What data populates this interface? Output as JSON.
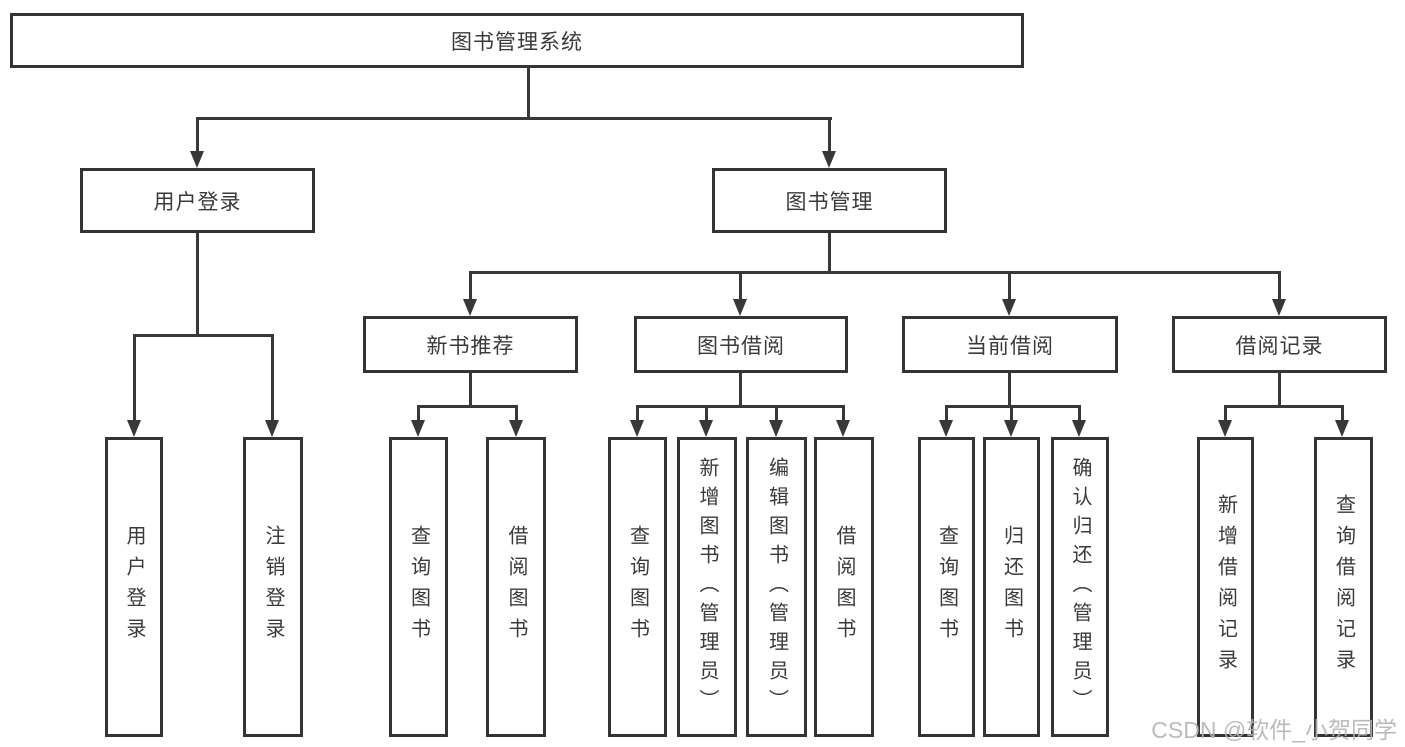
{
  "diagram_title": "图书管理系统",
  "colors": {
    "line": "#383838",
    "box_border": "#343434",
    "text": "#3a3a3a",
    "background": "#ffffff",
    "watermark": "#b4b4b4"
  },
  "nodes": {
    "root": {
      "label": "图书管理系统"
    },
    "user_login": {
      "label": "用户登录"
    },
    "book_mgmt": {
      "label": "图书管理"
    },
    "new_book_rec": {
      "label": "新书推荐"
    },
    "book_borrow": {
      "label": "图书借阅"
    },
    "current_borrow": {
      "label": "当前借阅"
    },
    "borrow_records": {
      "label": "借阅记录"
    },
    "leaf_user_login": {
      "label": "用户登录"
    },
    "leaf_logout": {
      "label": "注销登录"
    },
    "leaf_nbr_query": {
      "label": "查询图书"
    },
    "leaf_nbr_borrow": {
      "label": "借阅图书"
    },
    "leaf_bb_query": {
      "label": "查询图书"
    },
    "leaf_bb_add": {
      "label": "新增图书（管理员）"
    },
    "leaf_bb_edit": {
      "label": "编辑图书（管理员）"
    },
    "leaf_bb_borrow": {
      "label": "借阅图书"
    },
    "leaf_cb_query": {
      "label": "查询图书"
    },
    "leaf_cb_return": {
      "label": "归还图书"
    },
    "leaf_cb_confirm": {
      "label": "确认归还（管理员）"
    },
    "leaf_br_add": {
      "label": "新增借阅记录"
    },
    "leaf_br_query": {
      "label": "查询借阅记录"
    }
  },
  "hierarchy": {
    "图书管理系统": {
      "用户登录": [
        "用户登录",
        "注销登录"
      ],
      "图书管理": {
        "新书推荐": [
          "查询图书",
          "借阅图书"
        ],
        "图书借阅": [
          "查询图书",
          "新增图书（管理员）",
          "编辑图书（管理员）",
          "借阅图书"
        ],
        "当前借阅": [
          "查询图书",
          "归还图书",
          "确认归还（管理员）"
        ],
        "借阅记录": [
          "新增借阅记录",
          "查询借阅记录"
        ]
      }
    }
  },
  "watermark": {
    "text": "CSDN @软件_小贺同学"
  }
}
